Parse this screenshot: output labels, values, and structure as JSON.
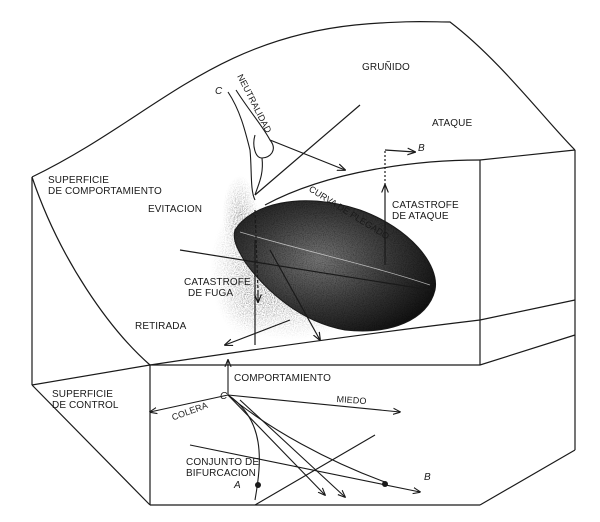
{
  "labels": {
    "neutralidad": "NEUTRALIDAD",
    "c_top": "C",
    "grunido": "GRUÑIDO",
    "ataque": "ATAQUE",
    "b_top": "B",
    "superficie_comportamiento_1": "SUPERFICIE",
    "superficie_comportamiento_2": "DE COMPORTAMIENTO",
    "evitacion": "EVITACION",
    "curva_plegado": "CURVA DE PLEGADO",
    "catastrofe_ataque_1": "CATASTROFE",
    "catastrofe_ataque_2": "DE ATAQUE",
    "catastrofe_fuga_1": "CATASTROFE",
    "catastrofe_fuga_2": "DE FUGA",
    "retirada": "RETIRADA",
    "comportamiento": "COMPORTAMIENTO",
    "superficie_control_1": "SUPERFICIE",
    "superficie_control_2": "DE CONTROL",
    "colera": "COLERA",
    "c_bottom": "C",
    "miedo": "MIEDO",
    "conjunto_1": "CONJUNTO DE",
    "conjunto_2": "BIFURCACION",
    "a_bottom": "A",
    "b_bottom": "B"
  },
  "colors": {
    "ink": "#1a1a1a",
    "shading": "#2a2a2a",
    "background": "#ffffff"
  }
}
